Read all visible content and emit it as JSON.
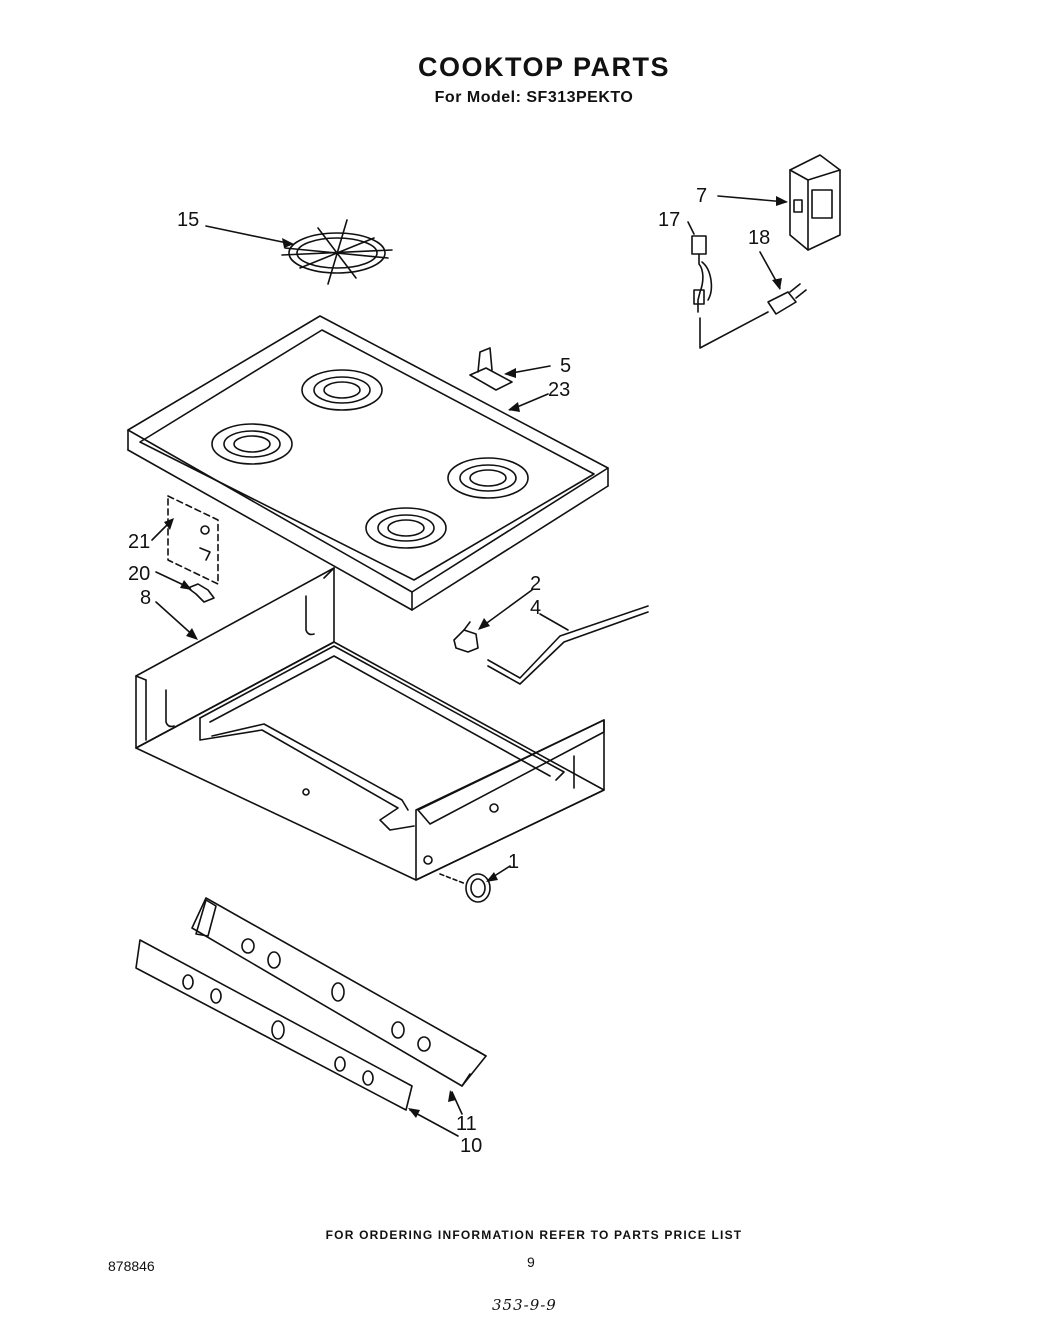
{
  "header": {
    "title": "COOKTOP PARTS",
    "subtitle": "For Model: SF313PEKTO"
  },
  "callouts": {
    "c1": "1",
    "c2": "2",
    "c4": "4",
    "c5": "5",
    "c7": "7",
    "c8": "8",
    "c10": "10",
    "c11": "11",
    "c15": "15",
    "c17": "17",
    "c18": "18",
    "c20": "20",
    "c21": "21",
    "c23": "23"
  },
  "footer": {
    "ordering_info": "FOR ORDERING INFORMATION REFER TO PARTS PRICE LIST",
    "doc_number": "878846",
    "page_number": "9",
    "handwritten_note": "353-9-9"
  }
}
